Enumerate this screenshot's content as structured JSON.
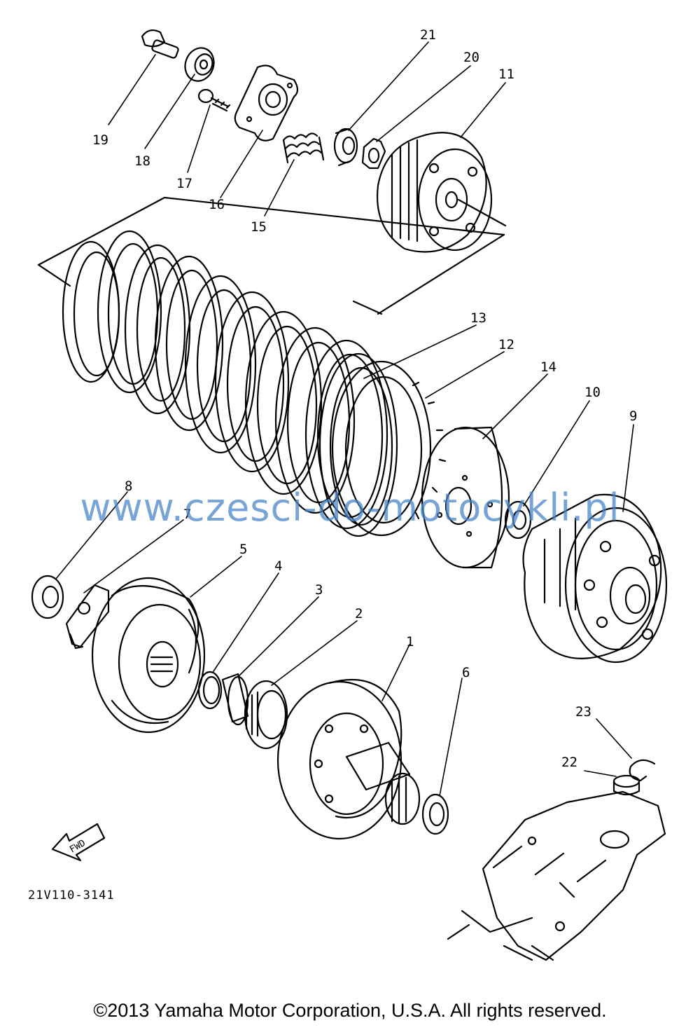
{
  "drawing_code": "21V110-3141",
  "fwd_label": "FWD",
  "watermark": "www.czesci-do-motocykli.pl",
  "copyright": "©2013 Yamaha Motor Corporation, U.S.A. All rights reserved.",
  "part_numbers": [
    "1",
    "2",
    "3",
    "4",
    "5",
    "6",
    "7",
    "8",
    "9",
    "10",
    "11",
    "12",
    "13",
    "14",
    "15",
    "16",
    "17",
    "18",
    "19",
    "20",
    "21",
    "22",
    "23"
  ]
}
